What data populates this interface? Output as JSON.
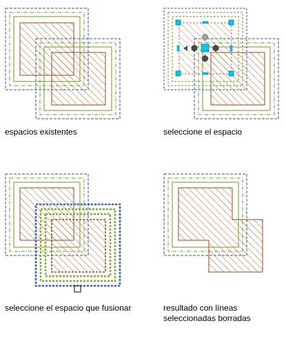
{
  "captions": {
    "panel1": "espacios existentes",
    "panel2": "seleccione el espacio",
    "panel3": "seleccione el espacio que fusionar",
    "panel4": "resultado con líneas\nseleccionadas borradas"
  },
  "colors": {
    "blue_boundary": "#1f5aa6",
    "green_boundary": "#6f9a18",
    "orange_boundary": "#c77a1c",
    "brown_hatch": "#9a4a1c",
    "grip_cyan": "#00c8e8",
    "grip_gray": "#707070",
    "dark_gray_hex": "#4a4a4a"
  }
}
